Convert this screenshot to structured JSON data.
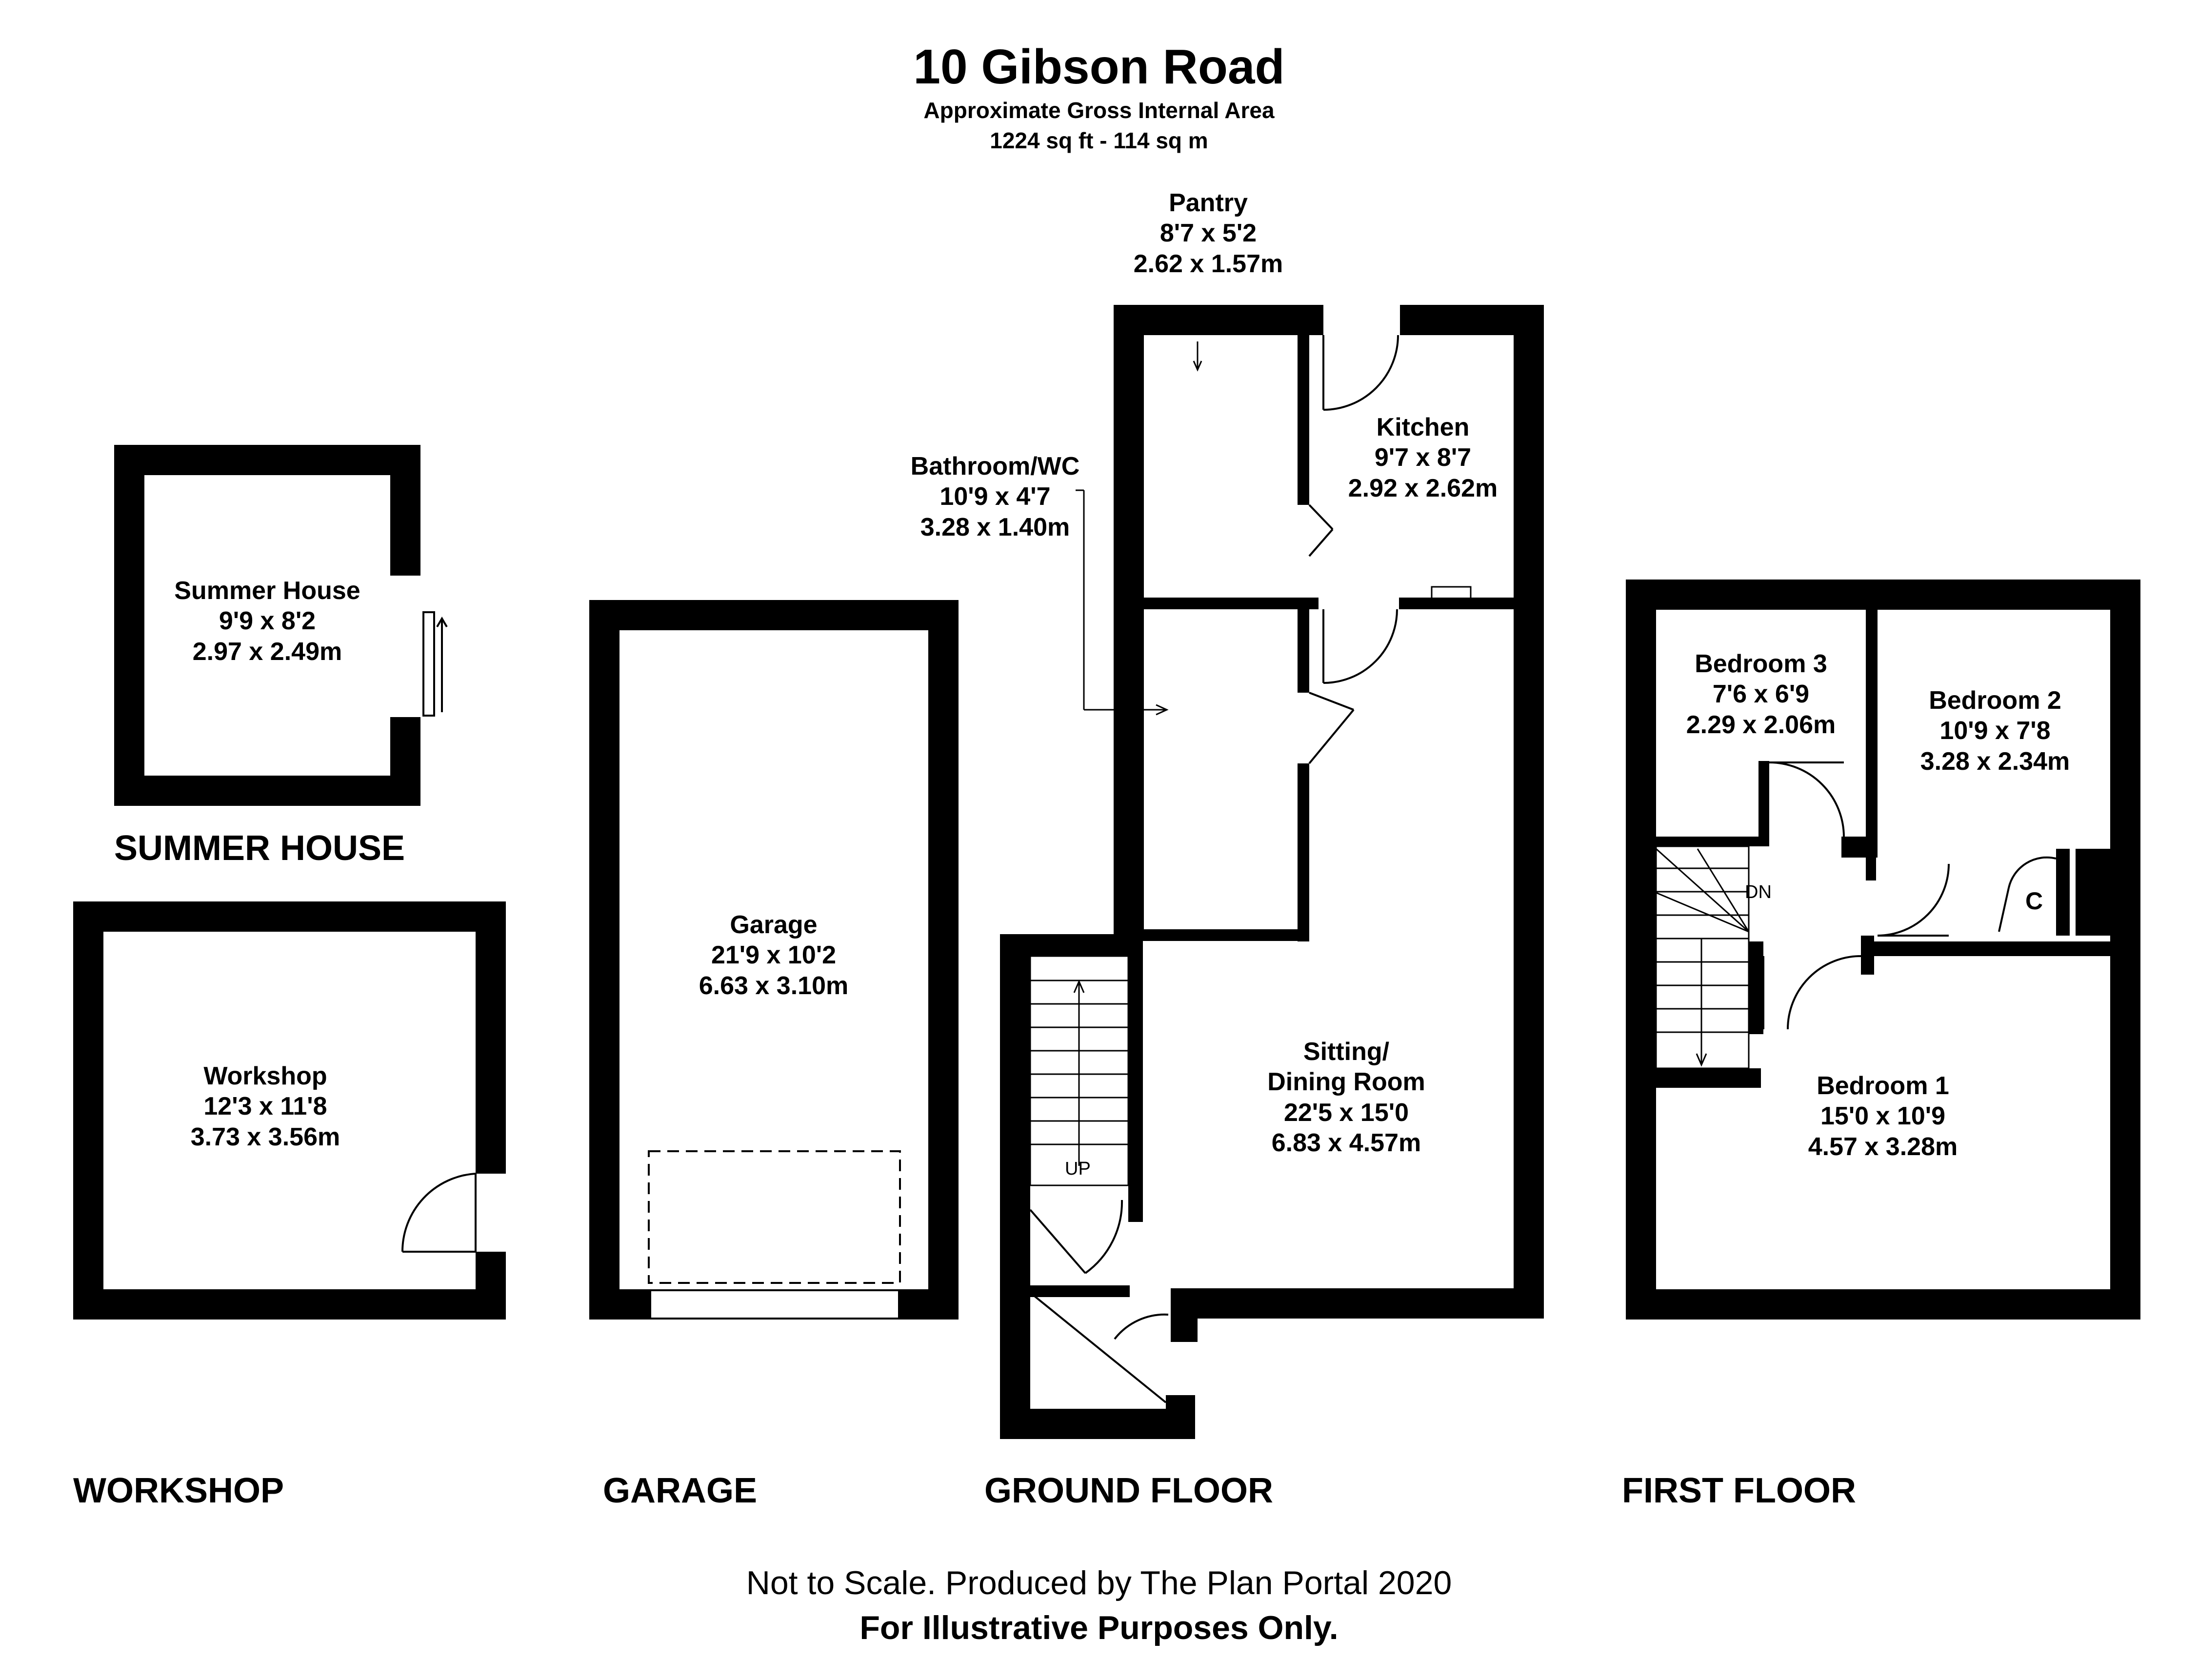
{
  "header": {
    "title": "10 Gibson Road",
    "subtitle": "Approximate Gross Internal Area",
    "area": "1224 sq ft - 114 sq m"
  },
  "rooms": {
    "summer_house": {
      "name": "Summer House",
      "imperial": "9'9 x 8'2",
      "metric": "2.97 x 2.49m"
    },
    "workshop": {
      "name": "Workshop",
      "imperial": "12'3 x 11'8",
      "metric": "3.73 x 3.56m"
    },
    "garage": {
      "name": "Garage",
      "imperial": "21'9 x 10'2",
      "metric": "6.63 x 3.10m"
    },
    "pantry": {
      "name": "Pantry",
      "imperial": "8'7 x 5'2",
      "metric": "2.62 x 1.57m"
    },
    "kitchen": {
      "name": "Kitchen",
      "imperial": "9'7 x 8'7",
      "metric": "2.92 x 2.62m"
    },
    "bathroom": {
      "name": "Bathroom/WC",
      "imperial": "10'9 x 4'7",
      "metric": "3.28 x 1.40m"
    },
    "sitting": {
      "name_line1": "Sitting/",
      "name_line2": "Dining Room",
      "imperial": "22'5 x 15'0",
      "metric": "6.83 x 4.57m"
    },
    "bedroom3": {
      "name": "Bedroom 3",
      "imperial": "7'6 x 6'9",
      "metric": "2.29 x 2.06m"
    },
    "bedroom2": {
      "name": "Bedroom 2",
      "imperial": "10'9 x 7'8",
      "metric": "3.28 x 2.34m"
    },
    "bedroom1": {
      "name": "Bedroom 1",
      "imperial": "15'0 x 10'9",
      "metric": "4.57 x 3.28m"
    }
  },
  "markers": {
    "up": "UP",
    "down": "DN",
    "cupboard": "C"
  },
  "sections": {
    "summer_house": "SUMMER HOUSE",
    "workshop": "WORKSHOP",
    "garage": "GARAGE",
    "ground_floor": "GROUND FLOOR",
    "first_floor": "FIRST FLOOR"
  },
  "footer": {
    "note": "Not to Scale. Produced by The Plan Portal 2020",
    "disclaimer": "For Illustrative Purposes Only."
  },
  "colors": {
    "wall": "#000000",
    "background": "#ffffff"
  }
}
